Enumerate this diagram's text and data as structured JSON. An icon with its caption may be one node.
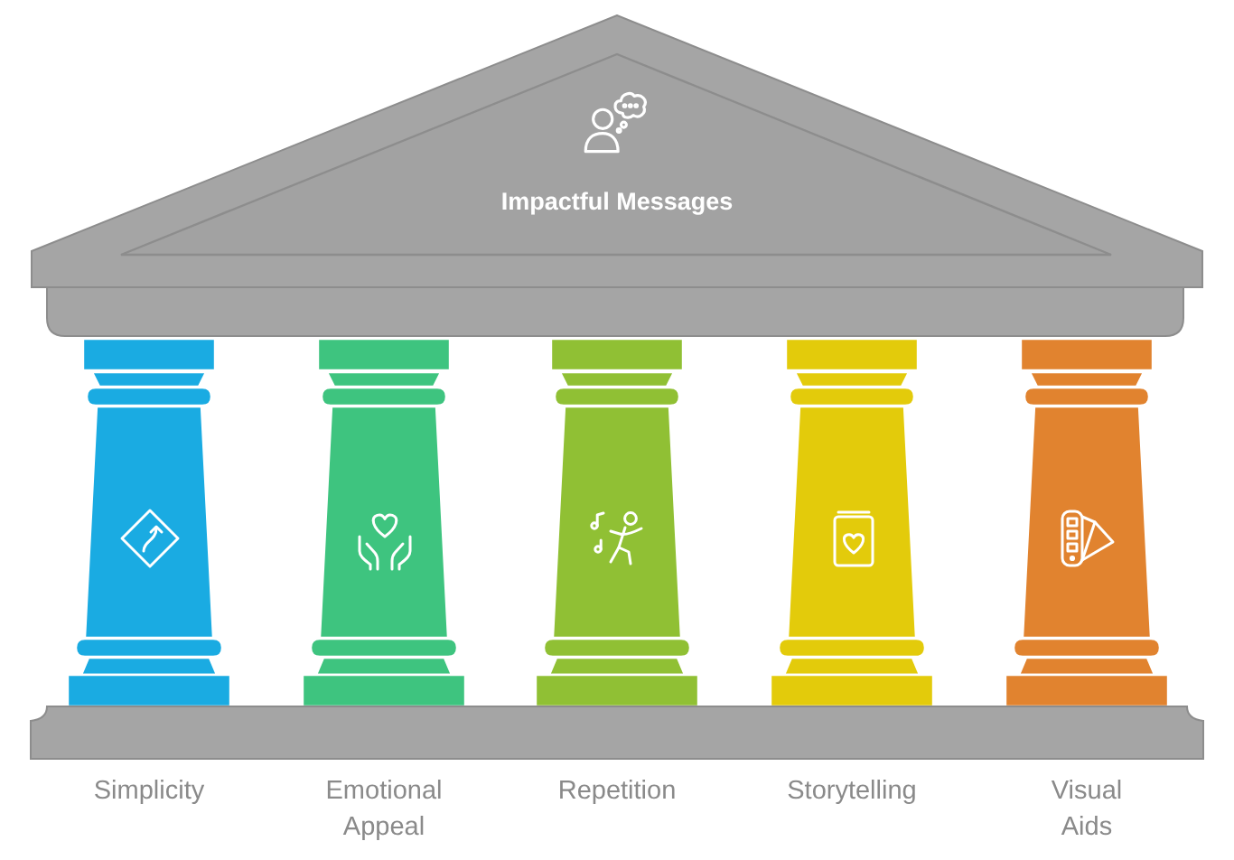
{
  "diagram": {
    "nodes": [
      {
        "text": [
          "Impactful Messages"
        ]
      },
      {
        "text": [
          "Simplicity"
        ]
      },
      {
        "text": [
          "Emotional Appeal"
        ]
      },
      {
        "text": [
          "Repetition"
        ]
      },
      {
        "text": [
          "Storytelling"
        ]
      },
      {
        "text": [
          "Visual Aids"
        ]
      },
      {
        "text": [],
        "shape": "bar"
      }
    ]
  }
}
